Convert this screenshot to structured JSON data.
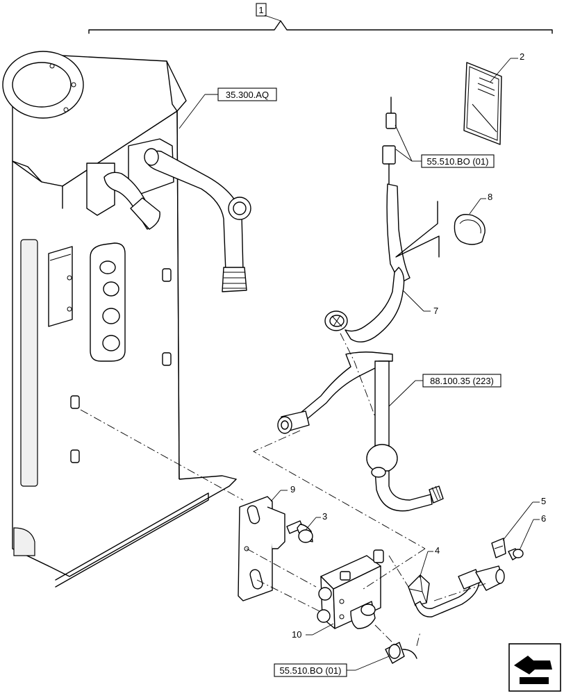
{
  "assembly": {
    "item_number": "1"
  },
  "references": [
    {
      "id": "ref-35300aq",
      "label": "35.300.AQ"
    },
    {
      "id": "ref-55510bo-top",
      "label": "55.510.BO (01)"
    },
    {
      "id": "ref-88100",
      "label": "88.100.35 (223)"
    },
    {
      "id": "ref-55510bo-bottom",
      "label": "55.510.BO (01)"
    }
  ],
  "items": [
    "2",
    "3",
    "4",
    "5",
    "6",
    "7",
    "8",
    "9",
    "10"
  ],
  "navigation": {
    "icon": "previous-page-arrow-icon"
  }
}
